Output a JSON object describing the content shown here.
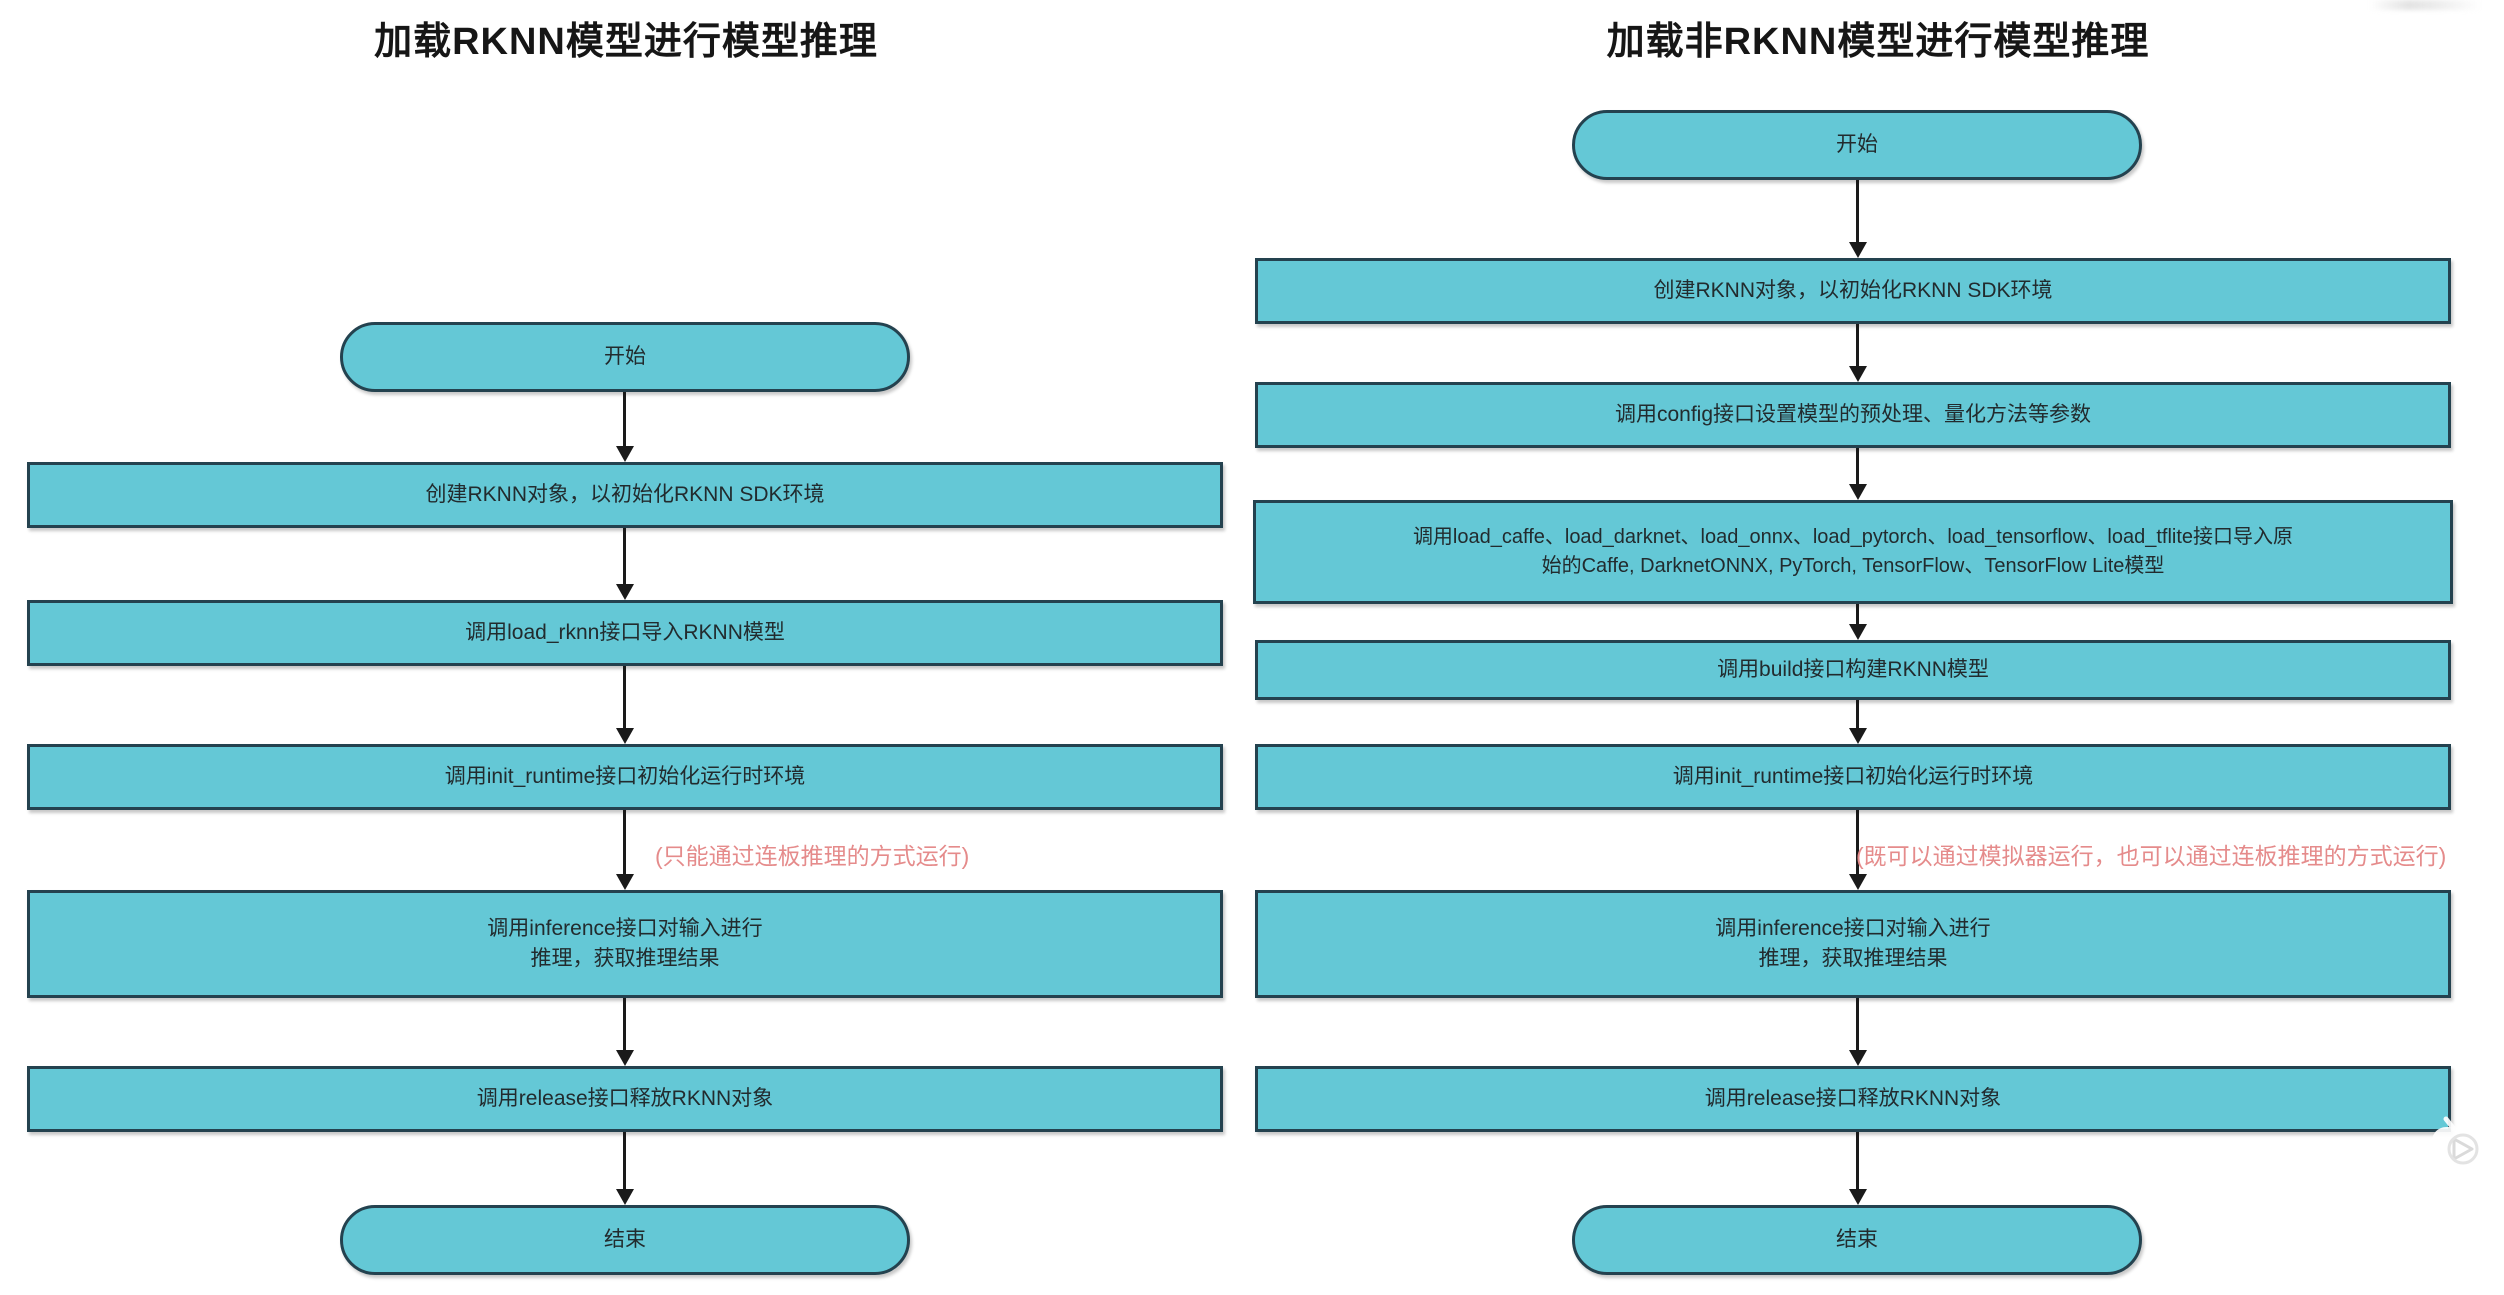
{
  "page": {
    "background_color": "#ffffff",
    "node_fill_color": "#64c8d6",
    "node_border_color": "#24424f",
    "connector_color": "#1a1a1a",
    "annotation_color": "#e58b8b"
  },
  "columns": [
    {
      "id": "left",
      "title": "加载RKNN模型进行模型推理",
      "nodes": [
        {
          "id": "l-start",
          "shape": "terminal",
          "lines": [
            "开始"
          ]
        },
        {
          "id": "l-create",
          "shape": "process",
          "lines": [
            "创建RKNN对象，以初始化RKNN SDK环境"
          ]
        },
        {
          "id": "l-load-rknn",
          "shape": "process",
          "lines": [
            "调用load_rknn接口导入RKNN模型"
          ]
        },
        {
          "id": "l-init",
          "shape": "process",
          "lines": [
            "调用init_runtime接口初始化运行时环境"
          ]
        },
        {
          "id": "l-inference",
          "shape": "process",
          "lines": [
            "调用inference接口对输入进行",
            "推理，获取推理结果"
          ]
        },
        {
          "id": "l-release",
          "shape": "process",
          "lines": [
            "调用release接口释放RKNN对象"
          ]
        },
        {
          "id": "l-end",
          "shape": "terminal",
          "lines": [
            "结束"
          ]
        }
      ],
      "annotations": [
        {
          "id": "l-annot-runtime",
          "text": "(只能通过连板推理的方式运行)"
        }
      ]
    },
    {
      "id": "right",
      "title": "加载非RKNN模型进行模型推理",
      "nodes": [
        {
          "id": "r-start",
          "shape": "terminal",
          "lines": [
            "开始"
          ]
        },
        {
          "id": "r-create",
          "shape": "process",
          "lines": [
            "创建RKNN对象，以初始化RKNN SDK环境"
          ]
        },
        {
          "id": "r-config",
          "shape": "process",
          "lines": [
            "调用config接口设置模型的预处理、量化方法等参数"
          ]
        },
        {
          "id": "r-load",
          "shape": "process",
          "lines": [
            "调用load_caffe、load_darknet、load_onnx、load_pytorch、load_tensorflow、load_tflite接口导入原",
            "始的Caffe, DarknetONNX, PyTorch, TensorFlow、TensorFlow Lite模型"
          ]
        },
        {
          "id": "r-build",
          "shape": "process",
          "lines": [
            "调用build接口构建RKNN模型"
          ]
        },
        {
          "id": "r-init",
          "shape": "process",
          "lines": [
            "调用init_runtime接口初始化运行时环境"
          ]
        },
        {
          "id": "r-inference",
          "shape": "process",
          "lines": [
            "调用inference接口对输入进行",
            "推理，获取推理结果"
          ]
        },
        {
          "id": "r-release",
          "shape": "process",
          "lines": [
            "调用release接口释放RKNN对象"
          ]
        },
        {
          "id": "r-end",
          "shape": "terminal",
          "lines": [
            "结束"
          ]
        }
      ],
      "annotations": [
        {
          "id": "r-annot-runtime",
          "text": "(既可以通过模拟器运行，也可以通过连板推理的方式运行)"
        }
      ]
    }
  ],
  "watermark": {
    "name": "bilibili-tv-play-icon"
  },
  "chart_data": {
    "type": "diagram",
    "diagram_kind": "flowchart",
    "title": "RKNN 模型推理流程对比",
    "flows": [
      {
        "name": "加载RKNN模型进行模型推理",
        "steps": [
          "开始",
          "创建RKNN对象，以初始化RKNN SDK环境",
          "调用load_rknn接口导入RKNN模型",
          "调用init_runtime接口初始化运行时环境",
          "调用inference接口对输入进行推理，获取推理结果",
          "调用release接口释放RKNN对象",
          "结束"
        ],
        "edge_labels": {
          "调用init_runtime接口初始化运行时环境->调用inference接口对输入进行推理，获取推理结果": "(只能通过连板推理的方式运行)"
        }
      },
      {
        "name": "加载非RKNN模型进行模型推理",
        "steps": [
          "开始",
          "创建RKNN对象，以初始化RKNN SDK环境",
          "调用config接口设置模型的预处理、量化方法等参数",
          "调用load_caffe、load_darknet、load_onnx、load_pytorch、load_tensorflow、load_tflite接口导入原始的Caffe, DarknetONNX, PyTorch, TensorFlow、TensorFlow Lite模型",
          "调用build接口构建RKNN模型",
          "调用init_runtime接口初始化运行时环境",
          "调用inference接口对输入进行推理，获取推理结果",
          "调用release接口释放RKNN对象",
          "结束"
        ],
        "edge_labels": {
          "调用init_runtime接口初始化运行时环境->调用inference接口对输入进行推理，获取推理结果": "(既可以通过模拟器运行，也可以通过连板推理的方式运行)"
        }
      }
    ]
  }
}
